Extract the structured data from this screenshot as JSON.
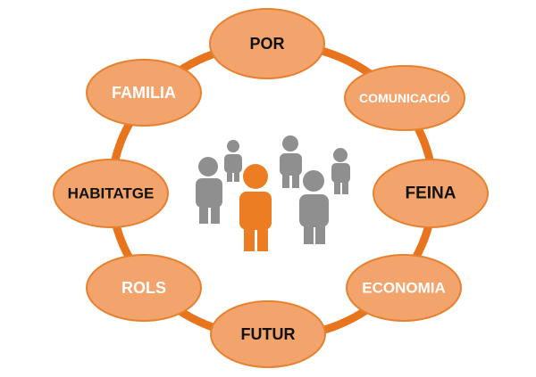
{
  "colors": {
    "ring": "#E8741E",
    "node_fill": "#F3A36C",
    "node_stroke": "#E6822F",
    "label_white": "#FFFFFF",
    "label_black": "#111111",
    "person_highlight": "#ED7D23",
    "person_gray": "#8F8F8F"
  },
  "icons": {
    "center_group": "people-group-icon"
  },
  "nodes": [
    {
      "id": "por",
      "label": "POR",
      "label_color": "black"
    },
    {
      "id": "comunicacio",
      "label": "COMUNICACIÓ",
      "label_color": "white"
    },
    {
      "id": "feina",
      "label": "FEINA",
      "label_color": "black"
    },
    {
      "id": "economia",
      "label": "ECONOMIA",
      "label_color": "white"
    },
    {
      "id": "futur",
      "label": "FUTUR",
      "label_color": "black"
    },
    {
      "id": "rols",
      "label": "ROLS",
      "label_color": "white"
    },
    {
      "id": "habitatge",
      "label": "HABITATGE",
      "label_color": "black"
    },
    {
      "id": "familia",
      "label": "FAMILIA",
      "label_color": "white"
    }
  ]
}
